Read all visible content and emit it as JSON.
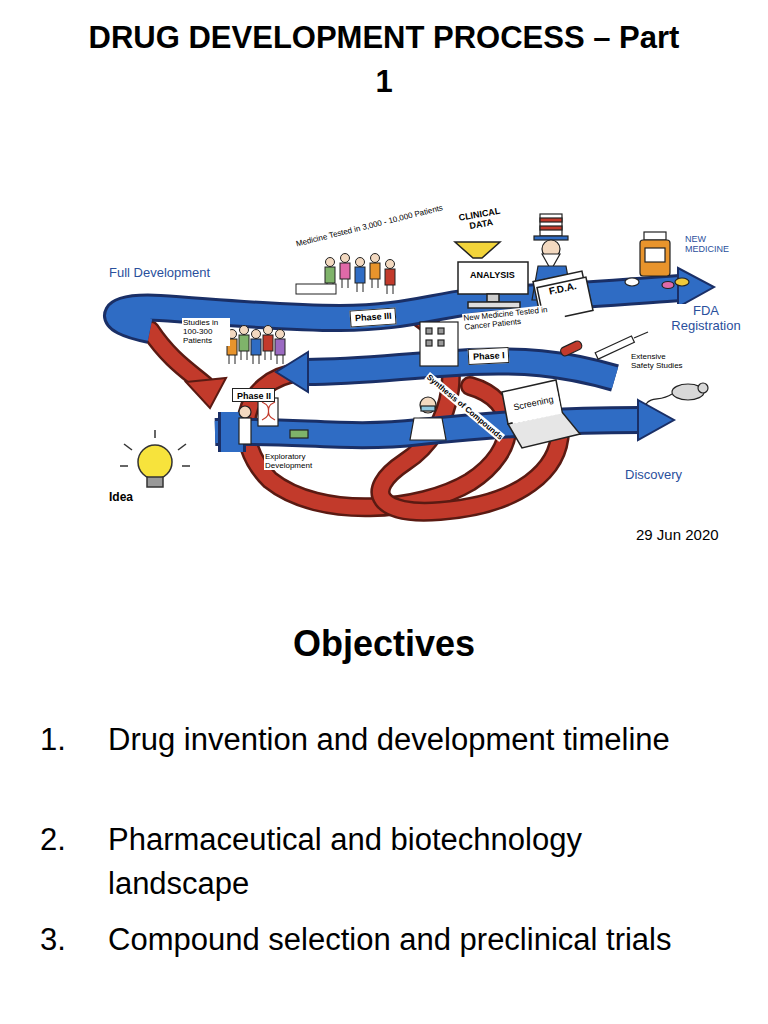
{
  "diagram": {
    "title": "DRUG DEVELOPMENT PROCESS – Part 1",
    "nodes": [
      {
        "text": [
          "ANALYSIS"
        ]
      },
      {
        "text": [
          "Phase III"
        ]
      },
      {
        "text": [
          "Phase I"
        ]
      },
      {
        "text": [
          "Phase II"
        ]
      },
      {
        "text": [
          "Screening"
        ]
      }
    ],
    "labels": [
      "CLINICAL DATA",
      "Medicine Tested in 3,000 - 10,000 Patients",
      "Full Development",
      "F.D.A.",
      "NEW MEDICINE",
      "FDA Registration",
      "Studies in 100-300 Patients",
      "New Medicine Tested in Cancer Patients",
      "Extensive Safety Studies",
      "Synthesis of Compounds",
      "Exploratory Development",
      "Idea",
      "Discovery",
      "29 Jun 2020",
      "Objectives",
      "1.",
      "Drug invention and development timeline",
      "2.",
      "Pharmaceutical and biotechnology landscape",
      "3.",
      "Compound selection and preclinical trials"
    ]
  }
}
